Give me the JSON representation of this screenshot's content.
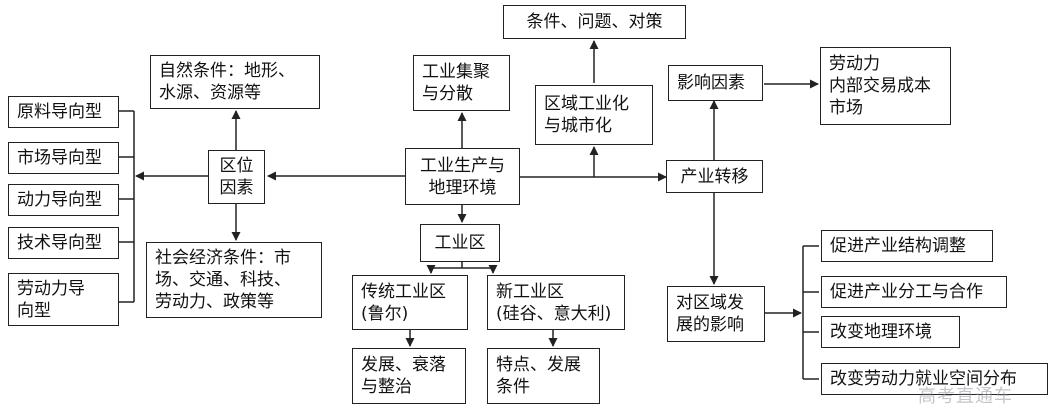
{
  "nodes": {
    "hub": "工业生产与\n地理环境",
    "location_factors": "区位\n因素",
    "natural_conditions": "自然条件：地形、\n水源、资源等",
    "socioeconomic_conditions": "社会经济条件：市\n场、交通、科技、\n劳动力、政策等",
    "orientation": [
      "原料导向型",
      "市场导向型",
      "动力导向型",
      "技术导向型",
      "劳动力导\n向型"
    ],
    "agglomeration": "工业集聚\n与分散",
    "industrial_zone": "工业区",
    "traditional_zone": "传统工业区\n(鲁尔)",
    "traditional_outcome": "发展、衰落\n与整治",
    "new_zone": "新工业区\n(硅谷、意大利)",
    "new_outcome": "特点、发展\n条件",
    "regional_industrialization": "区域工业化\n与城市化",
    "conditions_problems": "条件、问题、对策",
    "industry_transfer": "产业转移",
    "influencing_factors": "影响因素",
    "factors_list": "劳动力\n内部交易成本\n市场",
    "regional_impact": "对区域发\n展的影响",
    "impacts": [
      "促进产业结构调整",
      "促进产业分工与合作",
      "改变地理环境",
      "改变劳动力就业空间分布"
    ]
  },
  "watermark": "高考直通车"
}
